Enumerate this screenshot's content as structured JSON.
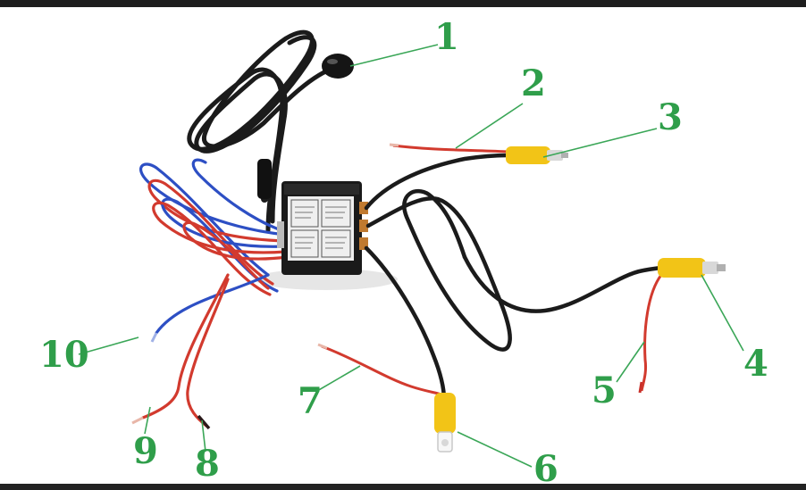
{
  "callouts": [
    {
      "id": "1",
      "label": "1"
    },
    {
      "id": "2",
      "label": "2"
    },
    {
      "id": "3",
      "label": "3"
    },
    {
      "id": "4",
      "label": "4"
    },
    {
      "id": "5",
      "label": "5"
    },
    {
      "id": "6",
      "label": "6"
    },
    {
      "id": "7",
      "label": "7"
    },
    {
      "id": "8",
      "label": "8"
    },
    {
      "id": "9",
      "label": "9"
    },
    {
      "id": "10",
      "label": "10"
    }
  ],
  "colors": {
    "background": "#ffffff",
    "callout_text": "#2f9e4a",
    "leader_line": "#3aa657",
    "cable_black": "#1b1b1b",
    "wire_red": "#d23a2e",
    "wire_blue": "#2d4fc4",
    "rca_yellow": "#f2c417",
    "module_body": "#1a1a1a",
    "module_label": "#efefef"
  }
}
